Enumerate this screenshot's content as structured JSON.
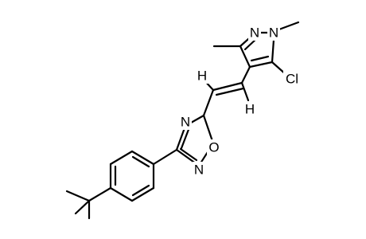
{
  "atom_labels": {
    "n_pyrazole_2": "N",
    "n_pyrazole_1": "N",
    "cl": "Cl",
    "h_vinyl_1": "H",
    "h_vinyl_2": "H",
    "n_oxadiazole_4": "N",
    "o_oxadiazole": "O",
    "n_oxadiazole_2": "N"
  }
}
